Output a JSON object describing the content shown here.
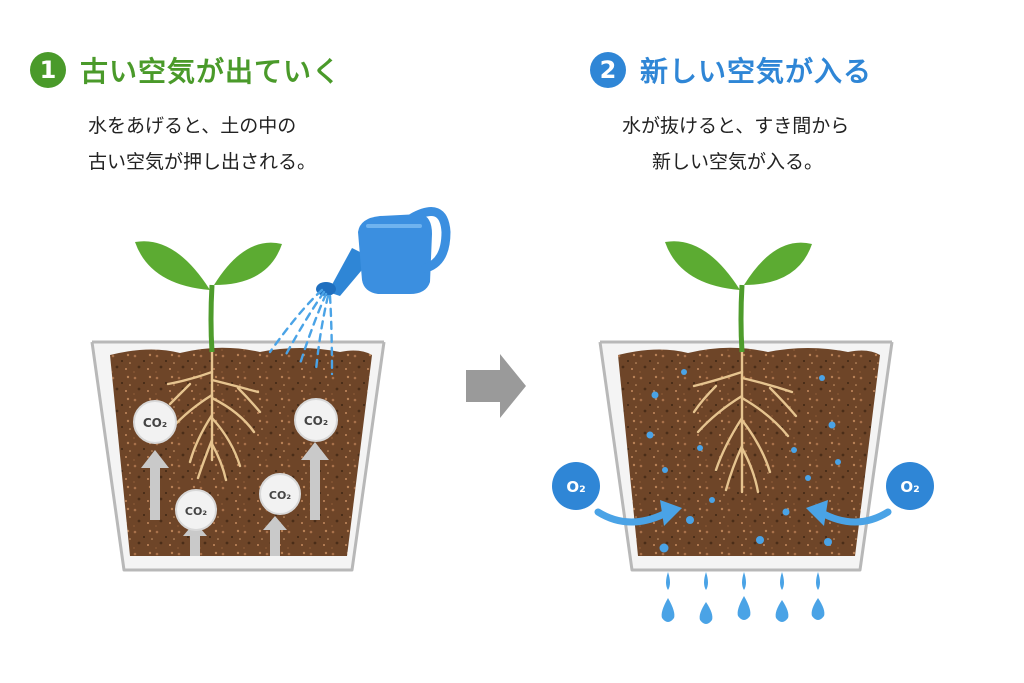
{
  "colors": {
    "step1": "#4a9a2a",
    "step2": "#2f86d6",
    "water": "#4aa3e6",
    "arrow": "#9a9a9a",
    "soil": "#6e4528"
  },
  "step1": {
    "number": "1",
    "title": "古い空気が出ていく",
    "desc_lines": [
      "水をあげると、土の中の",
      "古い空気が押し出される。"
    ],
    "gas_labels": [
      "CO₂",
      "CO₂",
      "CO₂",
      "CO₂"
    ]
  },
  "step2": {
    "number": "2",
    "title": "新しい空気が入る",
    "desc_lines": [
      "水が抜けると、すき間から",
      "新しい空気が入る。"
    ],
    "gas_labels": [
      "O₂",
      "O₂"
    ]
  },
  "icons": [
    "sprout-icon",
    "watering-can-icon",
    "arrow-right-icon",
    "water-drop-icon",
    "root-icon"
  ]
}
